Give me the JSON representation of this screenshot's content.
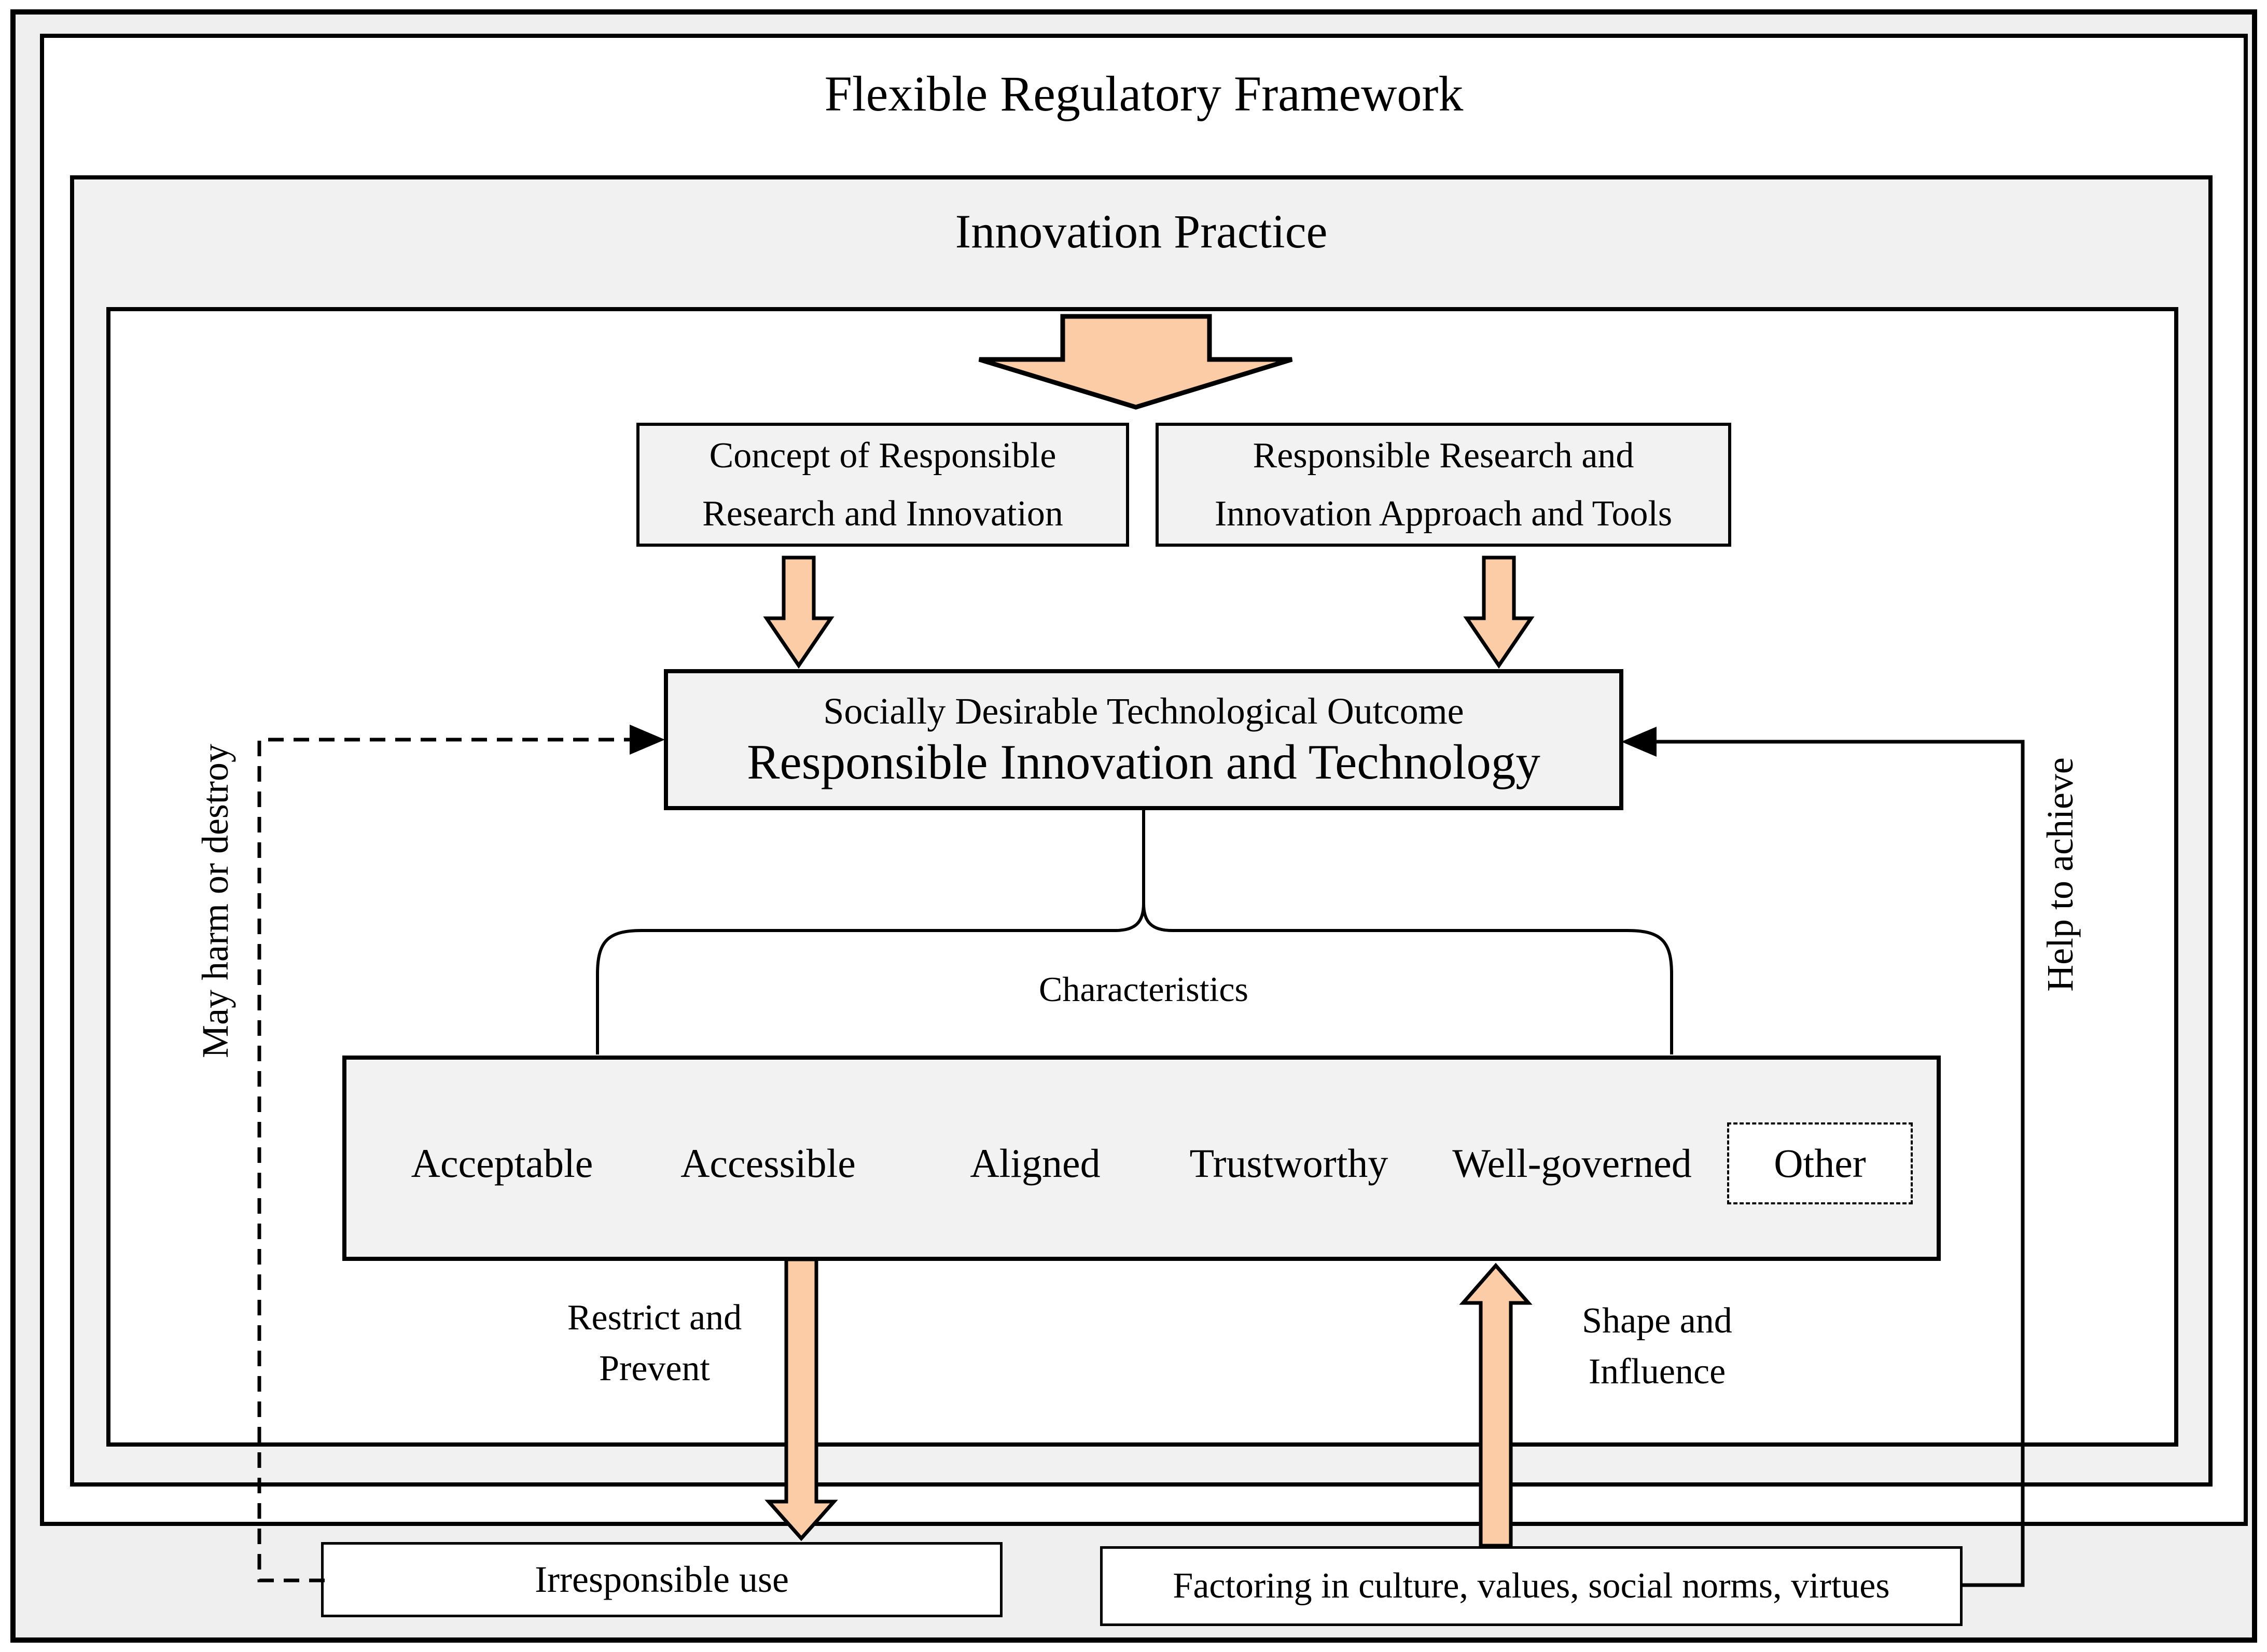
{
  "frame": {
    "title": "Flexible Regulatory Framework"
  },
  "innovation_practice": {
    "title": "Innovation Practice"
  },
  "boxes": {
    "concept": {
      "line1": "Concept of Responsible",
      "line2": "Research and Innovation"
    },
    "approach": {
      "line1": "Responsible Research and",
      "line2": "Innovation Approach and Tools"
    },
    "outcome": {
      "line1": "Socially Desirable Technological Outcome",
      "line2": "Responsible Innovation and Technology"
    }
  },
  "characteristics": {
    "label": "Characteristics",
    "items": [
      "Acceptable",
      "Accessible",
      "Aligned",
      "Trustworthy",
      "Well-governed",
      "Other"
    ]
  },
  "flow_labels": {
    "restrict": {
      "line1": "Restrict and",
      "line2": "Prevent"
    },
    "shape": {
      "line1": "Shape and",
      "line2": "Influence"
    },
    "may_harm": "May harm or destroy",
    "help_achieve": "Help to achieve"
  },
  "bottom_boxes": {
    "irresponsible": "Irresponsible use",
    "factoring": "Factoring in culture, values, social norms, virtues"
  },
  "colors": {
    "arrow_fill": "#FBCCA6",
    "panel_fill": "#F1F1F1",
    "box_fill": "#F2F2F2",
    "outer_fill": "#EFEFEF",
    "line": "#000000"
  }
}
